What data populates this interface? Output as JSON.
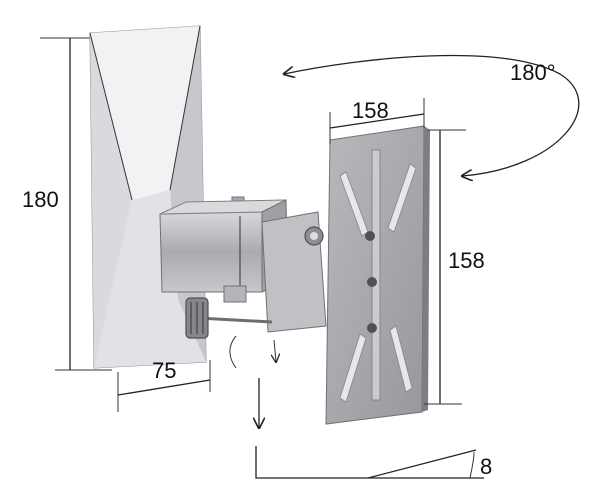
{
  "dimensions": {
    "wall_plate_height": "180",
    "wall_plate_depth": "75",
    "tv_plate_width": "158",
    "tv_plate_height": "158",
    "rotation": "180°",
    "tilt": "8"
  },
  "colors": {
    "wall_plate_face": "#ececee",
    "wall_plate_side": "#c9cacd",
    "arm_metal": "#b9bbbf",
    "tv_plate": "#aeb0b4",
    "line": "#222222"
  },
  "icons": [
    "rotation-arrow-icon",
    "down-arrow-icon",
    "tilt-angle-icon"
  ]
}
